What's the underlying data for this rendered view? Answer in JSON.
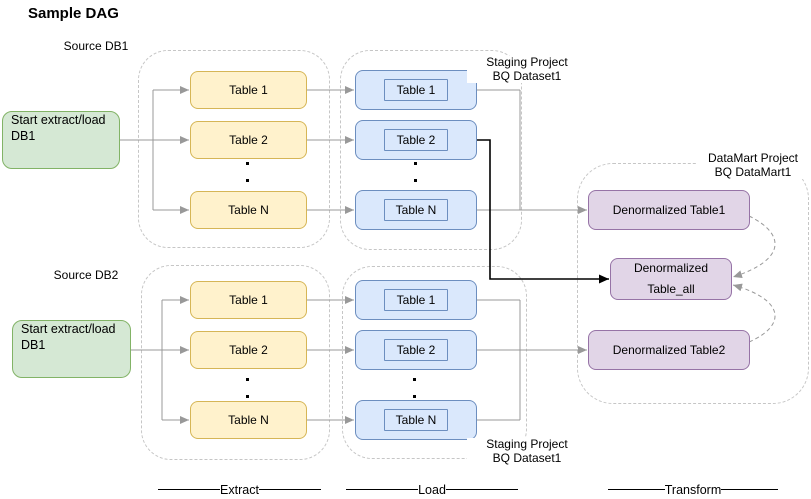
{
  "title": "Sample DAG",
  "colors": {
    "start_fill": "#d5e8d4",
    "start_border": "#82b366",
    "extract_fill": "#fff2cc",
    "extract_border": "#d6b656",
    "load_fill": "#dae8fc",
    "load_border": "#6c8ebf",
    "datamart_fill": "#e1d5e7",
    "datamart_border": "#9673a6",
    "connector_gray": "#999999",
    "connector_black": "#000000",
    "container_dash": "#c6c6c6"
  },
  "db1": {
    "source_label": "Source DB1",
    "start_line1": "Start extract/load",
    "start_line2": "DB1"
  },
  "db2": {
    "source_label": "Source DB2",
    "start_line1": "Start extract/load",
    "start_line2": "DB1"
  },
  "extract1": {
    "tables": [
      "Table 1",
      "Table 2",
      "Table N"
    ]
  },
  "load1": {
    "tables": [
      "Table 1",
      "Table 2",
      "Table N"
    ]
  },
  "extract2": {
    "tables": [
      "Table 1",
      "Table 2",
      "Table N"
    ]
  },
  "load2": {
    "tables": [
      "Table 1",
      "Table 2",
      "Table N"
    ]
  },
  "labels": {
    "staging1_line1": "Staging Project",
    "staging1_line2": "BQ Dataset1",
    "staging2_line1": "Staging Project",
    "staging2_line2": "BQ Dataset1",
    "datamart_line1": "DataMart Project",
    "datamart_line2": "BQ DataMart1"
  },
  "datamart": {
    "table1": "Denormalized Table1",
    "table_all_line1": "Denormalized",
    "table_all_line2": "Table_all",
    "table2": "Denormalized Table2"
  },
  "footer": {
    "extract": "Extract",
    "load": "Load",
    "transform": "Transform"
  }
}
